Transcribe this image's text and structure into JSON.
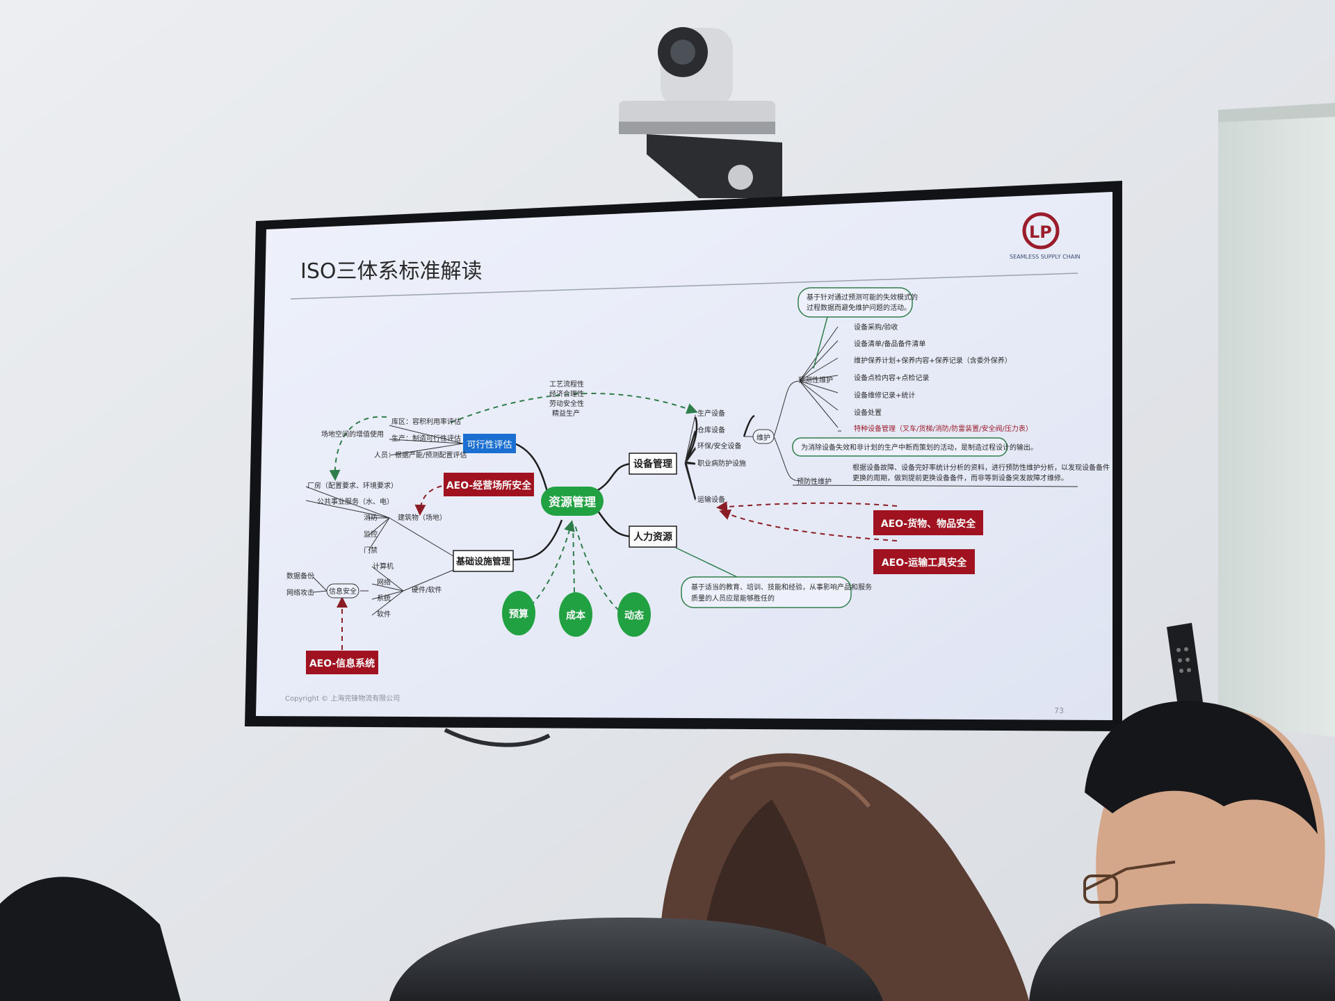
{
  "slide": {
    "title": "ISO三体系标准解读",
    "brand": "SEAMLESS SUPPLY CHAIN",
    "copyright": "Copyright © 上海完锋物流有限公司",
    "page_number": "73"
  },
  "mindmap": {
    "center": "资源管理",
    "feasibility": "可行性评估",
    "equipment": "设备管理",
    "human": "人力资源",
    "infra": "基础设施管理",
    "feasibility_items": [
      "库区：容积利用率评估",
      "生产：制造可行性评估",
      "人员：根据产能/预测配置评估"
    ],
    "space_value": "场地空间的增值使用",
    "process_notes": [
      "工艺流程性",
      "经济合理性",
      "劳动安全性",
      "精益生产"
    ],
    "equipment_children": [
      "生产设备",
      "仓库设备",
      "环保/安全设备",
      "职业病防护设施",
      "运输设备"
    ],
    "maintain": "维护",
    "preventive": "预测性维护",
    "preventive_note_1": "基于针对通过预测可能的失效模式的",
    "preventive_note_2": "过程数据而避免维护问题的活动。",
    "preventive_items": [
      "设备采购/验收",
      "设备清单/备品备件清单",
      "维护保养计划+保养内容+保养记录（含委外保养）",
      "设备点检内容+点检记录",
      "设备维修记录+统计",
      "设备处置"
    ],
    "special_equipment": "特种设备管理（叉车/货梯/消防/防雷装置/安全阀/压力表）",
    "prevention": "预防性维护",
    "prevention_note": "为消除设备失效和非计划的生产中断而策划的活动，是制造过程设计的输出。",
    "prevention_detail_1": "根据设备故障、设备完好率统计分析的资料，进行预防性维护分析，以发现设备备件",
    "prevention_detail_2": "更换的周期，做到提前更换设备备件，而非等到设备突发故障才维修。",
    "building": "建筑物（场地）",
    "building_items": [
      "厂房（配置要求、环境要求）",
      "公共事业服务（水、电）",
      "消防",
      "监控",
      "门禁"
    ],
    "hardware": "硬件/软件",
    "hardware_items": [
      "计算机",
      "网络",
      "系统",
      "软件"
    ],
    "info_security": "信息安全",
    "info_items": [
      "数据备份",
      "网络攻击"
    ],
    "human_note_1": "基于适当的教育、培训、技能和经验，从事影响产品和服务",
    "human_note_2": "质量的人员应是能够胜任的",
    "circles": [
      "预算",
      "成本",
      "动态"
    ],
    "tags": {
      "site": "AEO-经营场所安全",
      "goods": "AEO-货物、物品安全",
      "transport": "AEO-运输工具安全",
      "info": "AEO-信息系统"
    }
  }
}
